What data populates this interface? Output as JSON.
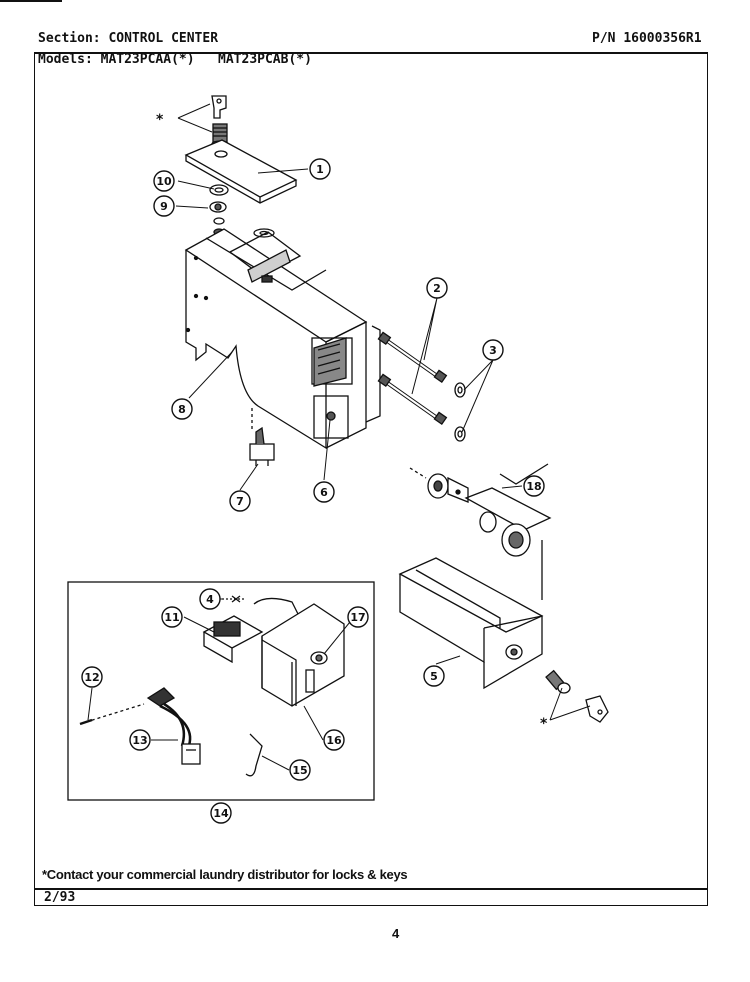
{
  "header": {
    "section_label": "Section:",
    "section_value": "CONTROL CENTER",
    "pn_label": "P/N",
    "pn_value": "16000356R1",
    "models_label": "Models:",
    "models_value": "MAT23PCAA(*)   MAT23PCAB(*)"
  },
  "callouts": [
    "1",
    "2",
    "3",
    "4",
    "5",
    "6",
    "7",
    "8",
    "9",
    "10",
    "11",
    "12",
    "13",
    "14",
    "15",
    "16",
    "17",
    "18"
  ],
  "asterisk": "*",
  "footnote": "*Contact your commercial laundry distributor for locks & keys",
  "date": "2/93",
  "page": "4"
}
